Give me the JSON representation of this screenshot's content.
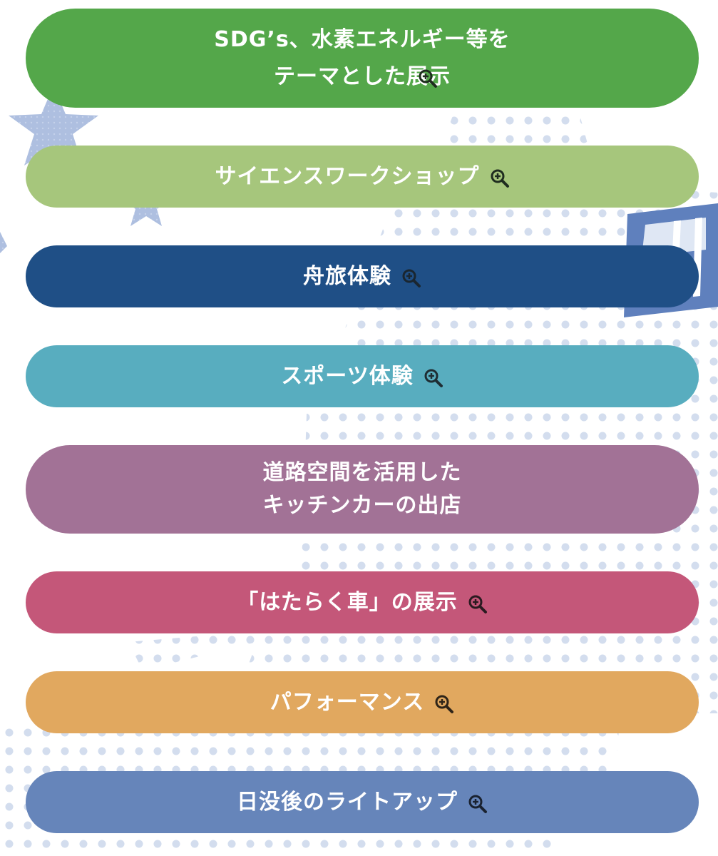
{
  "colors": {
    "green": "#54a74a",
    "light_green": "#a6c67c",
    "navy": "#1f4f86",
    "teal": "#58adbf",
    "purple": "#a27296",
    "rose": "#c45779",
    "orange": "#e1a85f",
    "blue": "#6685ba",
    "background_pattern": "#bccce6"
  },
  "zoom_icon": "zoom-in-icon",
  "buttons": [
    {
      "label": "SDG’s、水素エネルギー等を\nテーマとした展示",
      "color": "#54a74a",
      "has_zoom_icon": true
    },
    {
      "label": "サイエンスワークショップ",
      "color": "#a6c67c",
      "has_zoom_icon": true
    },
    {
      "label": "舟旅体験",
      "color": "#1f4f86",
      "has_zoom_icon": true
    },
    {
      "label": "スポーツ体験",
      "color": "#58adbf",
      "has_zoom_icon": true
    },
    {
      "label": "道路空間を活用した\nキッチンカーの出店",
      "color": "#a27296",
      "has_zoom_icon": false
    },
    {
      "label": "「はたらく車」の展示",
      "color": "#c45779",
      "has_zoom_icon": true
    },
    {
      "label": "パフォーマンス",
      "color": "#e1a85f",
      "has_zoom_icon": true
    },
    {
      "label": "日没後のライトアップ",
      "color": "#6685ba",
      "has_zoom_icon": true
    }
  ]
}
